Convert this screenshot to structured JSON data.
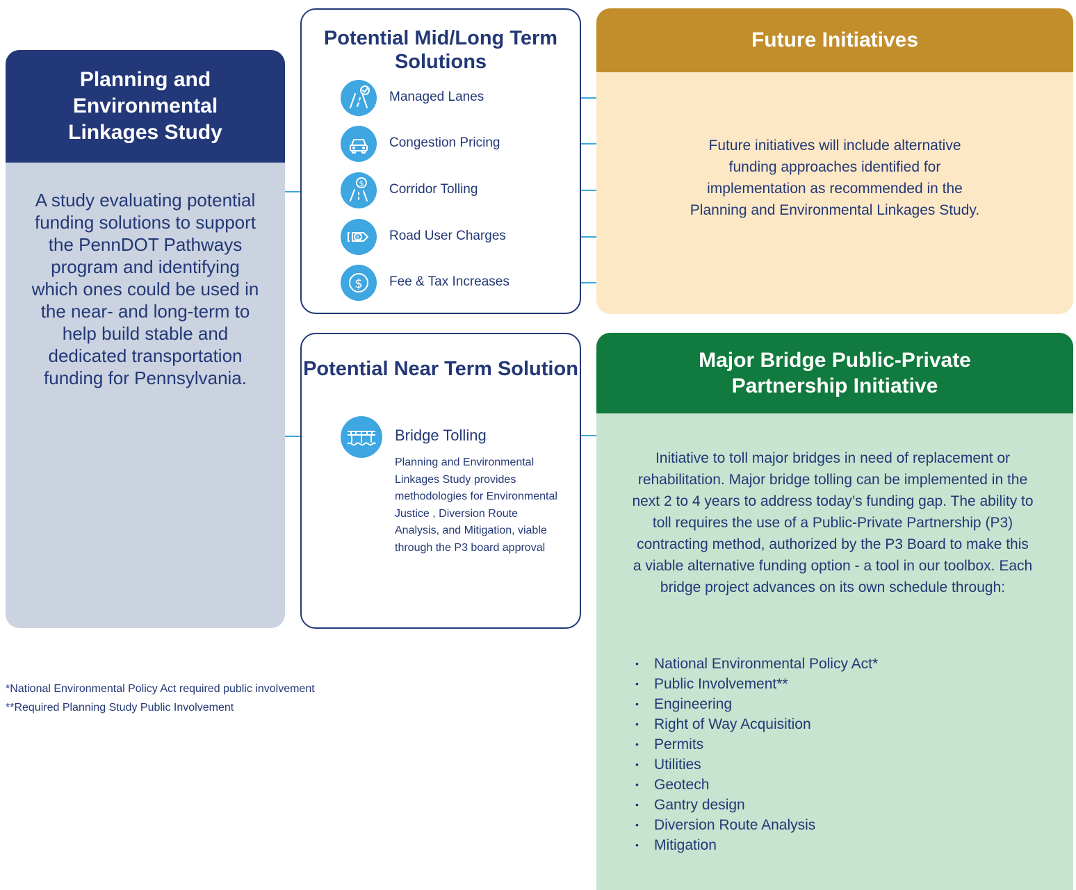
{
  "left": {
    "title": "Planning and Environmental Linkages Study",
    "body": "A study evaluating potential funding solutions to support the PennDOT Pathways program and identifying which ones could be used in the near- and long-term to help build stable and dedicated transportation funding for Pennsylvania."
  },
  "mid_long": {
    "title": "Potential Mid/Long Term Solutions",
    "items": [
      {
        "label": "Managed Lanes",
        "icon": "managed-lanes-icon"
      },
      {
        "label": "Congestion Pricing",
        "icon": "car-icon"
      },
      {
        "label": "Corridor Tolling",
        "icon": "toll-road-icon"
      },
      {
        "label": "Road User Charges",
        "icon": "road-user-charge-icon"
      },
      {
        "label": "Fee & Tax Increases",
        "icon": "dollar-icon"
      }
    ]
  },
  "near": {
    "title": "Potential Near Term Solution",
    "item_label": "Bridge Tolling",
    "item_icon": "bridge-icon",
    "description": "Planning and Environmental Linkages Study provides methodologies for Environmental Justice , Diversion Route Analysis, and Mitigation, viable through the P3 board approval"
  },
  "future": {
    "title": "Future Initiatives",
    "text": "Future initiatives will include alternative funding approaches identified for implementation as recommended in the Planning and Environmental Linkages Study."
  },
  "bridge": {
    "title": "Major Bridge Public-Private Partnership Initiative",
    "text": "Initiative to toll major bridges in need of replacement or rehabilitation. Major bridge tolling can be implemented in the next 2 to 4 years to address today’s funding gap. The ability to toll requires the use of a Public-Private Partnership (P3) contracting method, authorized by the P3 Board to make this a viable alternative funding option - a tool in our toolbox. Each bridge project advances on its own schedule through:",
    "steps": [
      "National Environmental Policy Act*",
      "Public Involvement**",
      "Engineering",
      "Right of Way Acquisition",
      "Permits",
      "Utilities",
      "Geotech",
      "Gantry design",
      "Diversion Route Analysis",
      "Mitigation"
    ]
  },
  "footnotes": [
    "*National Environmental Policy Act required public involvement",
    "**Required Planning Study Public Involvement"
  ],
  "colors": {
    "navy": "#233879",
    "gold": "#c28e2c",
    "green": "#117a3e",
    "icon_blue": "#3ea6e0",
    "arrow_blue": "#3ea6e0"
  }
}
